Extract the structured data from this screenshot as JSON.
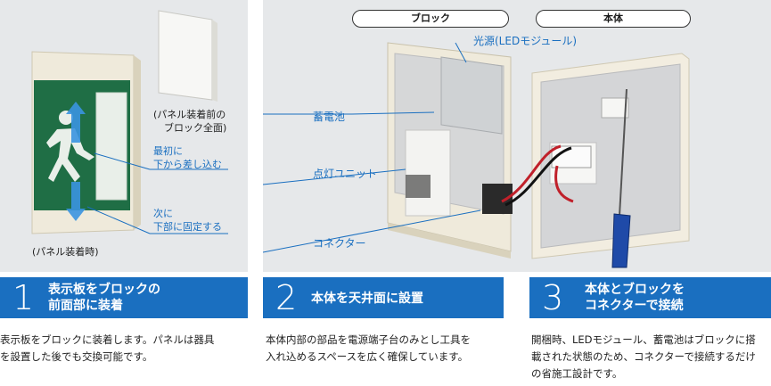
{
  "panel1": {
    "callout_front_line1": "(パネル装着前の",
    "callout_front_line2": "ブロック全面)",
    "callout_first_line1": "最初に",
    "callout_first_line2": "下から差し込む",
    "callout_next_line1": "次に",
    "callout_next_line2": "下部に固定する",
    "callout_mounted": "(パネル装着時)"
  },
  "panel2": {
    "pill_block": "ブロック",
    "pill_body": "本体",
    "label_light_source": "光源(LEDモジュール)",
    "label_battery": "蓄電池",
    "label_lighting_unit": "点灯ユニット",
    "label_connector": "コネクター"
  },
  "steps": [
    {
      "num": "1",
      "line1": "表示板をブロックの",
      "line2": "前面部に装着"
    },
    {
      "num": "2",
      "line1": "本体を天井面に設置",
      "line2": ""
    },
    {
      "num": "3",
      "line1": "本体とブロックを",
      "line2": "コネクターで接続"
    }
  ],
  "descriptions": [
    {
      "line1": "表示板をブロックに装着します。パネルは器具",
      "line2": "を設置した後でも交換可能です。",
      "line3": ""
    },
    {
      "line1": "本体内部の部品を電源端子台のみとし工具を",
      "line2": "入れ込めるスペースを広く確保しています。",
      "line3": ""
    },
    {
      "line1": "開梱時、LEDモジュール、蓄電池はブロックに搭",
      "line2": "載された状態のため、コネクターで接続するだけ",
      "line3": "の省施工設計です。"
    }
  ],
  "colors": {
    "accent": "#1a6fc0",
    "panel_bg": "#e6e8ea",
    "sign_green": "#1f6e45"
  }
}
